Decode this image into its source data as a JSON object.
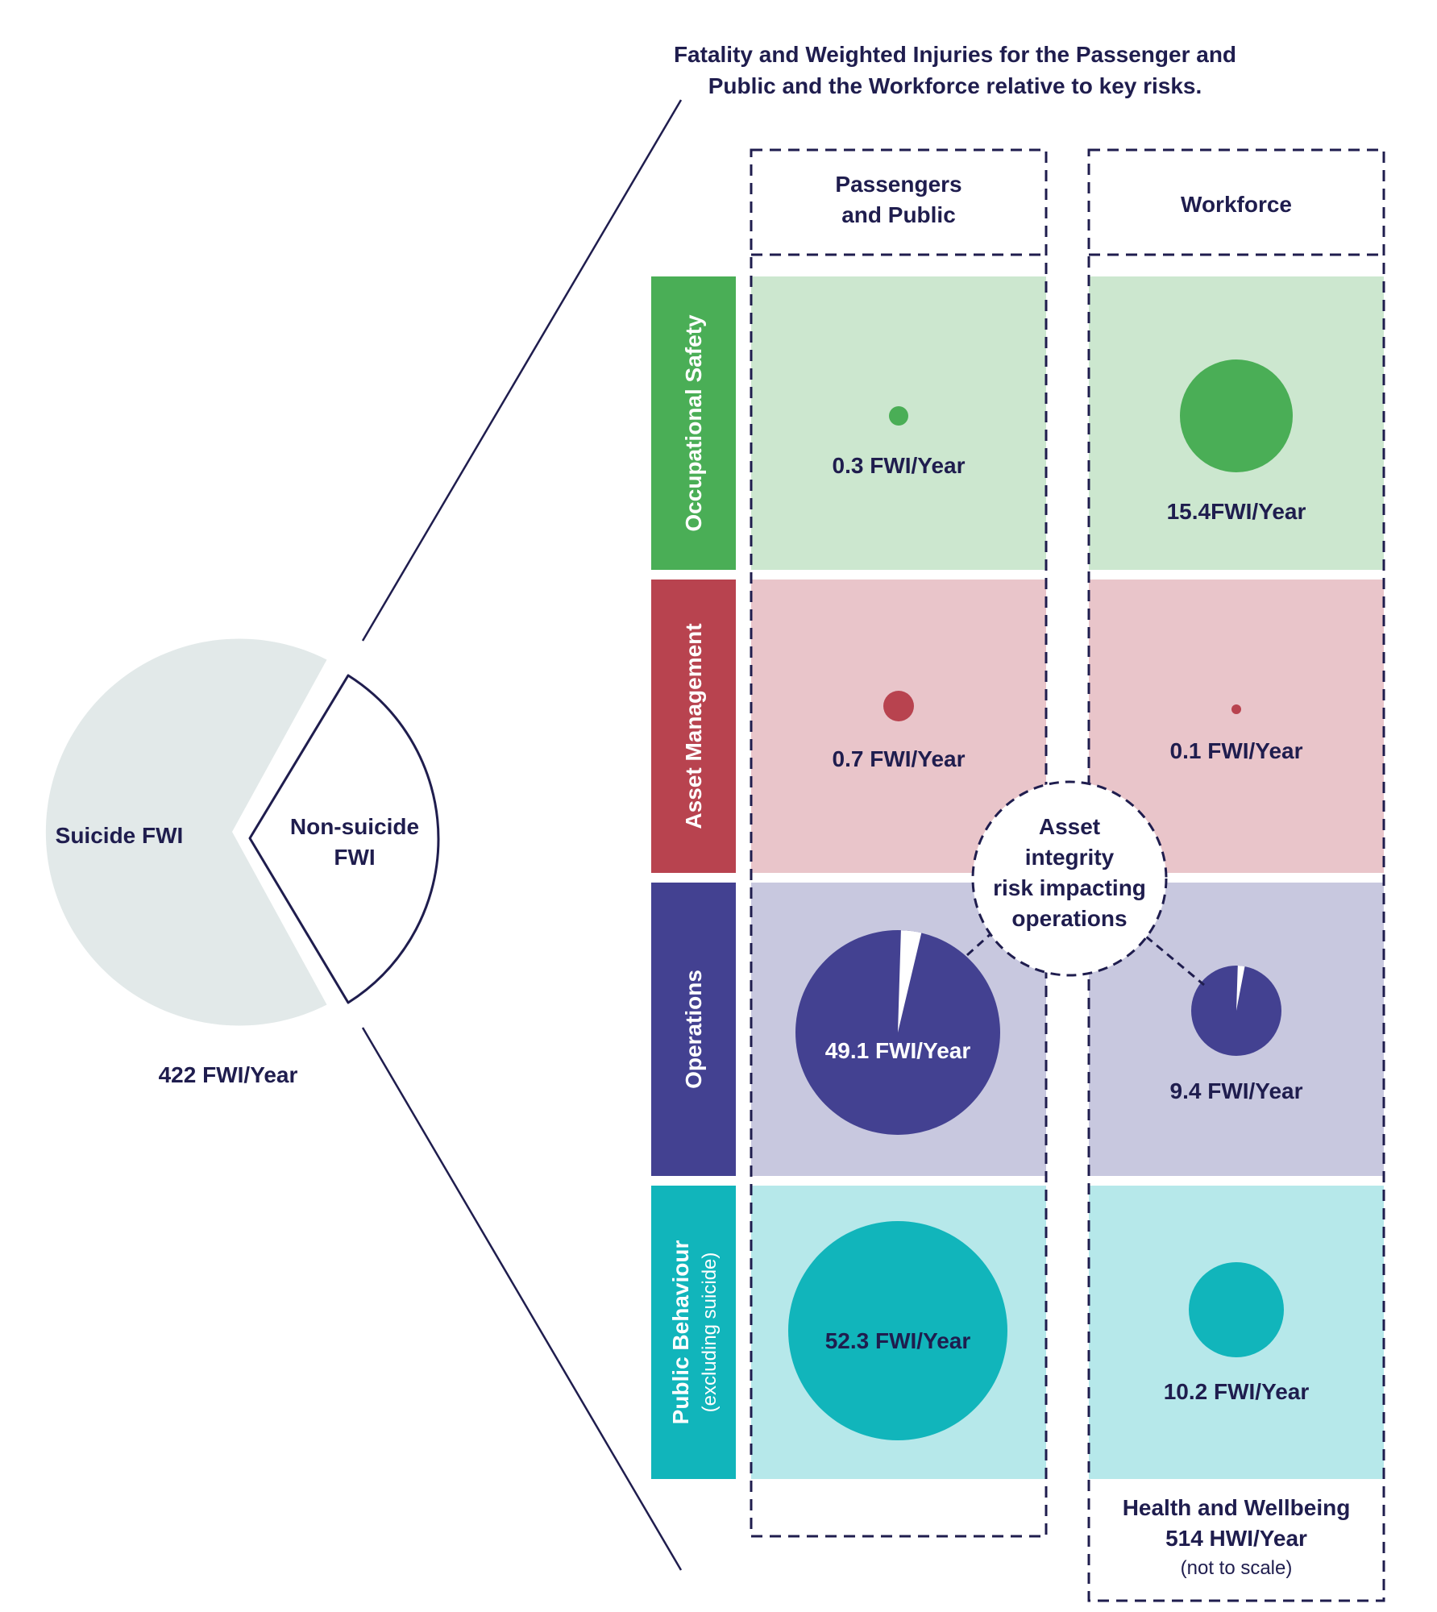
{
  "title": {
    "line1": "Fatality and Weighted Injuries for the Passenger and",
    "line2": "Public and the Workforce relative to key risks."
  },
  "columns": {
    "passengers_line1": "Passengers",
    "passengers_line2": "and Public",
    "workforce": "Workforce"
  },
  "categories": {
    "occupational": "Occupational Safety",
    "asset": "Asset Management",
    "operations": "Operations",
    "public_main": "Public Behaviour",
    "public_sub": "(excluding suicide)"
  },
  "overview_pie": {
    "suicide_label": "Suicide FWI",
    "nonsuicide_line1": "Non-suicide",
    "nonsuicide_line2": "FWI",
    "total": "422 FWI/Year"
  },
  "cells": {
    "occ_pp": "0.3 FWI/Year",
    "occ_wf": "15.4FWI/Year",
    "asset_pp": "0.7 FWI/Year",
    "asset_wf": "0.1 FWI/Year",
    "ops_pp": "49.1 FWI/Year",
    "ops_wf": "9.4 FWI/Year",
    "pub_pp": "52.3 FWI/Year",
    "pub_wf": "10.2 FWI/Year"
  },
  "callout": {
    "line1": "Asset",
    "line2": "integrity",
    "line3": "risk impacting",
    "line4": "operations"
  },
  "health": {
    "line1": "Health and Wellbeing",
    "line2": "514 HWI/Year",
    "line3": "(not to scale)"
  },
  "chart_data": {
    "type": "bubble",
    "title": "Fatality and Weighted Injuries for the Passenger and Public and the Workforce relative to key risks.",
    "series_columns": [
      "Passengers and Public",
      "Workforce"
    ],
    "rows": [
      "Occupational Safety",
      "Asset Management",
      "Operations",
      "Public Behaviour (excluding suicide)"
    ],
    "values": {
      "Passengers and Public": [
        0.3,
        0.7,
        49.1,
        52.3
      ],
      "Workforce": [
        15.4,
        0.1,
        9.4,
        10.2
      ]
    },
    "units": "FWI/Year",
    "total_fwi": 422,
    "health_and_wellbeing_hwi": 514
  },
  "colors": {
    "occupational": "#4aae56",
    "occupational_bg": "#cce7cf",
    "asset": "#b8434f",
    "asset_bg": "#e9c5ca",
    "operations": "#434191",
    "operations_bg": "#c8c8df",
    "public": "#11b5bb",
    "public_bg": "#b6e8ea",
    "pie_grey": "#e2e9e9",
    "text_dark": "#1f1d4e"
  }
}
